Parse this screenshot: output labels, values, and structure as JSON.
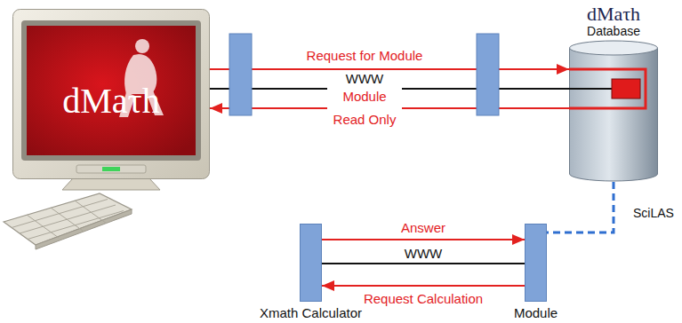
{
  "diagram": {
    "nodes": [
      {
        "text": [
          "dMaτh"
        ]
      },
      {
        "text": [
          "dMaτh",
          "Database"
        ]
      },
      {
        "text": [
          "Xmath Calculator"
        ]
      },
      {
        "text": [
          "Module"
        ]
      }
    ],
    "edges": [
      {
        "from": 0,
        "to": 1,
        "arrow": "to",
        "label": "Request for Module"
      },
      {
        "from": 0,
        "to": 1,
        "arrow": "none",
        "label": "WWW"
      },
      {
        "from": 1,
        "to": 0,
        "arrow": "to",
        "label": "Module Read Only"
      },
      {
        "from": 2,
        "to": 3,
        "arrow": "to",
        "label": "Answer"
      },
      {
        "from": 2,
        "to": 3,
        "arrow": "none",
        "label": "WWW"
      },
      {
        "from": 3,
        "to": 2,
        "arrow": "to",
        "label": "Request Calculation"
      },
      {
        "from": 1,
        "to": 3,
        "arrow": "none"
      }
    ],
    "labels": [
      "SciLAS"
    ]
  }
}
